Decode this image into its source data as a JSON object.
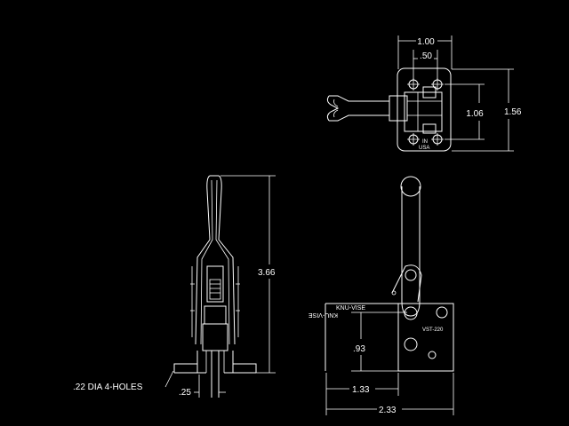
{
  "drawing": {
    "dimensions": {
      "top_width": "1.00",
      "top_half": ".50",
      "top_inner_height": "1.06",
      "top_overall_height": "1.56",
      "side_height": "3.66",
      "hole_note": ".22 DIA 4-HOLES",
      "side_base_offset": ".25",
      "front_pivot_height": ".93",
      "front_pivot_offset": "1.33",
      "front_overall_width": "2.33"
    },
    "labels": {
      "brand": "KNU-VISE",
      "brand_mirrored": "KNU-VISE",
      "model": "VST-220",
      "made_in_1": "IN",
      "made_in_2": "USA"
    }
  }
}
